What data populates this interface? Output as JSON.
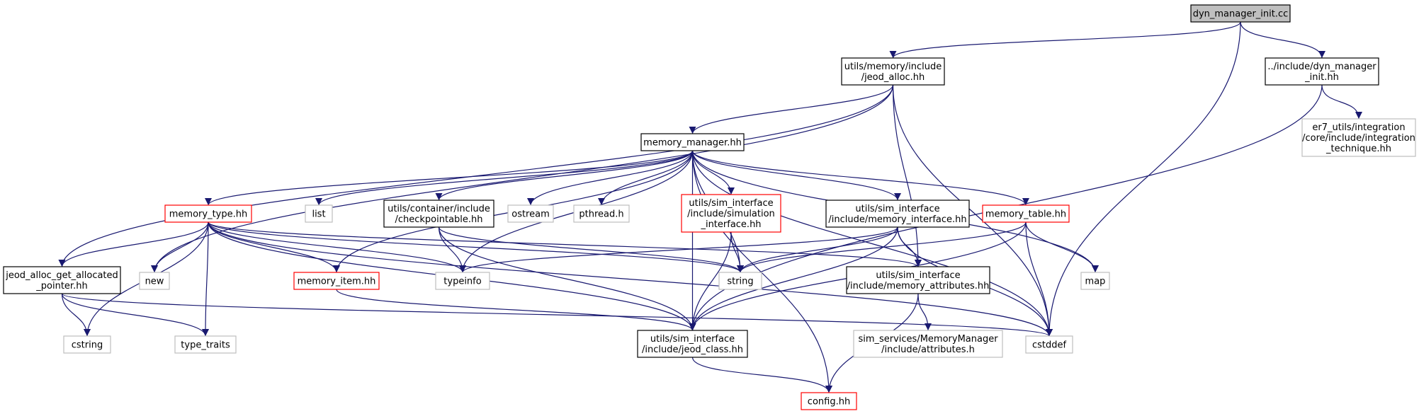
{
  "nodes": {
    "dyn_manager_init_cc": {
      "lines": [
        "dyn_manager_init.cc"
      ],
      "style": "root"
    },
    "jeod_alloc": {
      "lines": [
        "utils/memory/include",
        "/jeod_alloc.hh"
      ],
      "style": "black"
    },
    "dyn_manager_init_hh": {
      "lines": [
        "../include/dyn_manager",
        "_init.hh"
      ],
      "style": "black"
    },
    "integration_technique": {
      "lines": [
        "er7_utils/integration",
        "/core/include/integration",
        "_technique.hh"
      ],
      "style": "gray"
    },
    "memory_manager": {
      "lines": [
        "memory_manager.hh"
      ],
      "style": "black"
    },
    "memory_type": {
      "lines": [
        "memory_type.hh"
      ],
      "style": "red"
    },
    "list": {
      "lines": [
        "list"
      ],
      "style": "gray"
    },
    "checkpointable": {
      "lines": [
        "utils/container/include",
        "/checkpointable.hh"
      ],
      "style": "black"
    },
    "ostream": {
      "lines": [
        "ostream"
      ],
      "style": "gray"
    },
    "pthread": {
      "lines": [
        "pthread.h"
      ],
      "style": "gray"
    },
    "simulation_interface": {
      "lines": [
        "utils/sim_interface",
        "/include/simulation",
        "_interface.hh"
      ],
      "style": "red"
    },
    "memory_interface": {
      "lines": [
        "utils/sim_interface",
        "/include/memory_interface.hh"
      ],
      "style": "black"
    },
    "memory_table": {
      "lines": [
        "memory_table.hh"
      ],
      "style": "red"
    },
    "jeod_alloc_get": {
      "lines": [
        "jeod_alloc_get_allocated",
        "_pointer.hh"
      ],
      "style": "black"
    },
    "new": {
      "lines": [
        "new"
      ],
      "style": "gray"
    },
    "memory_item": {
      "lines": [
        "memory_item.hh"
      ],
      "style": "red"
    },
    "typeinfo": {
      "lines": [
        "typeinfo"
      ],
      "style": "gray"
    },
    "string": {
      "lines": [
        "string"
      ],
      "style": "gray"
    },
    "memory_attributes": {
      "lines": [
        "utils/sim_interface",
        "/include/memory_attributes.hh"
      ],
      "style": "black"
    },
    "map": {
      "lines": [
        "map"
      ],
      "style": "gray"
    },
    "cstring": {
      "lines": [
        "cstring"
      ],
      "style": "gray"
    },
    "type_traits": {
      "lines": [
        "type_traits"
      ],
      "style": "gray"
    },
    "jeod_class": {
      "lines": [
        "utils/sim_interface",
        "/include/jeod_class.hh"
      ],
      "style": "black"
    },
    "attributes": {
      "lines": [
        "sim_services/MemoryManager",
        "/include/attributes.h"
      ],
      "style": "gray"
    },
    "cstddef": {
      "lines": [
        "cstddef"
      ],
      "style": "gray"
    },
    "config": {
      "lines": [
        "config.hh"
      ],
      "style": "red"
    }
  },
  "edges": [
    [
      "dyn_manager_init_cc",
      "jeod_alloc"
    ],
    [
      "dyn_manager_init_cc",
      "dyn_manager_init_hh"
    ],
    [
      "dyn_manager_init_cc",
      "cstddef"
    ],
    [
      "jeod_alloc",
      "memory_manager"
    ],
    [
      "jeod_alloc",
      "jeod_alloc_get"
    ],
    [
      "jeod_alloc",
      "new"
    ],
    [
      "jeod_alloc",
      "memory_attributes"
    ],
    [
      "jeod_alloc",
      "cstddef"
    ],
    [
      "dyn_manager_init_hh",
      "integration_technique"
    ],
    [
      "dyn_manager_init_hh",
      "jeod_class"
    ],
    [
      "memory_manager",
      "memory_type"
    ],
    [
      "memory_manager",
      "memory_item"
    ],
    [
      "memory_manager",
      "list"
    ],
    [
      "memory_manager",
      "typeinfo"
    ],
    [
      "memory_manager",
      "checkpointable"
    ],
    [
      "memory_manager",
      "ostream"
    ],
    [
      "memory_manager",
      "pthread"
    ],
    [
      "memory_manager",
      "simulation_interface"
    ],
    [
      "memory_manager",
      "jeod_class"
    ],
    [
      "memory_manager",
      "string"
    ],
    [
      "memory_manager",
      "memory_interface"
    ],
    [
      "memory_manager",
      "memory_table"
    ],
    [
      "memory_manager",
      "map"
    ],
    [
      "memory_manager",
      "cstddef"
    ],
    [
      "memory_manager",
      "config"
    ],
    [
      "memory_type",
      "jeod_alloc_get"
    ],
    [
      "memory_type",
      "new"
    ],
    [
      "memory_type",
      "cstring"
    ],
    [
      "memory_type",
      "type_traits"
    ],
    [
      "memory_type",
      "memory_item"
    ],
    [
      "memory_type",
      "typeinfo"
    ],
    [
      "memory_type",
      "string"
    ],
    [
      "memory_type",
      "memory_attributes"
    ],
    [
      "memory_type",
      "jeod_class"
    ],
    [
      "memory_type",
      "cstddef"
    ],
    [
      "checkpointable",
      "typeinfo"
    ],
    [
      "checkpointable",
      "string"
    ],
    [
      "checkpointable",
      "jeod_class"
    ],
    [
      "simulation_interface",
      "string"
    ],
    [
      "simulation_interface",
      "jeod_class"
    ],
    [
      "memory_interface",
      "typeinfo"
    ],
    [
      "memory_interface",
      "string"
    ],
    [
      "memory_interface",
      "memory_attributes"
    ],
    [
      "memory_interface",
      "jeod_class"
    ],
    [
      "memory_interface",
      "cstddef"
    ],
    [
      "memory_table",
      "map"
    ],
    [
      "memory_table",
      "string"
    ],
    [
      "memory_table",
      "jeod_class"
    ],
    [
      "memory_table",
      "cstddef"
    ],
    [
      "jeod_alloc_get",
      "cstring"
    ],
    [
      "jeod_alloc_get",
      "type_traits"
    ],
    [
      "jeod_alloc_get",
      "cstddef"
    ],
    [
      "memory_item",
      "jeod_class"
    ],
    [
      "memory_attributes",
      "attributes"
    ],
    [
      "memory_attributes",
      "config"
    ],
    [
      "jeod_class",
      "config"
    ]
  ],
  "colors": {
    "edge": "#191970",
    "black_border": "#000000",
    "red_border": "#ff0000",
    "gray_border": "#bfbfbf",
    "root_fill": "#bfbfbf",
    "text": "#000000"
  }
}
